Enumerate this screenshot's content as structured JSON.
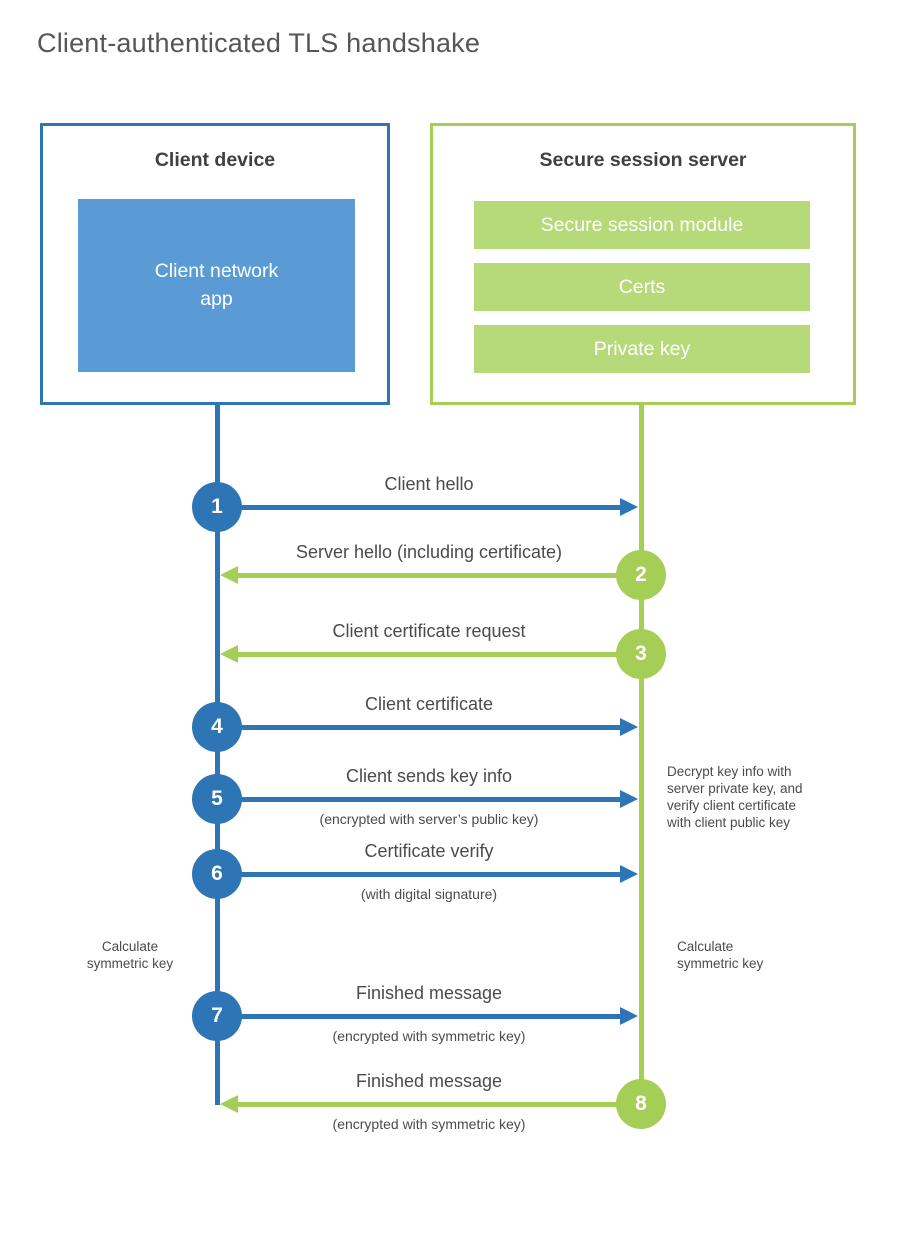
{
  "page": {
    "title": "Client-authenticated TLS handshake"
  },
  "colors": {
    "client_accent": "#2E75B6",
    "client_fill": "#5B9BD5",
    "server_accent": "#A5CE56",
    "server_fill": "#B6D97A",
    "label_text": "#4A4B4D",
    "title_text": "#55565B"
  },
  "client_box": {
    "title": "Client device",
    "app_label": "Client network\napp"
  },
  "server_box": {
    "title": "Secure session server",
    "modules": [
      "Secure session module",
      "Certs",
      "Private key"
    ]
  },
  "messages": [
    {
      "step": "1",
      "label": "Client hello",
      "sublabel": "",
      "direction": "client-to-server"
    },
    {
      "step": "2",
      "label": "Server hello (including certificate)",
      "sublabel": "",
      "direction": "server-to-client"
    },
    {
      "step": "3",
      "label": "Client certificate request",
      "sublabel": "",
      "direction": "server-to-client"
    },
    {
      "step": "4",
      "label": "Client certificate",
      "sublabel": "",
      "direction": "client-to-server"
    },
    {
      "step": "5",
      "label": "Client sends key info",
      "sublabel": "(encrypted with server’s public key)",
      "direction": "client-to-server"
    },
    {
      "step": "6",
      "label": "Certificate verify",
      "sublabel": "(with digital signature)",
      "direction": "client-to-server"
    },
    {
      "step": "7",
      "label": "Finished message",
      "sublabel": "(encrypted with symmetric key)",
      "direction": "client-to-server"
    },
    {
      "step": "8",
      "label": "Finished message",
      "sublabel": "(encrypted with symmetric key)",
      "direction": "server-to-client"
    }
  ],
  "annotations": {
    "decrypt_note": "Decrypt key info with\nserver private key, and\nverify client certificate\nwith client public key",
    "calc_left": "Calculate\nsymmetric key",
    "calc_right": "Calculate\nsymmetric key"
  }
}
